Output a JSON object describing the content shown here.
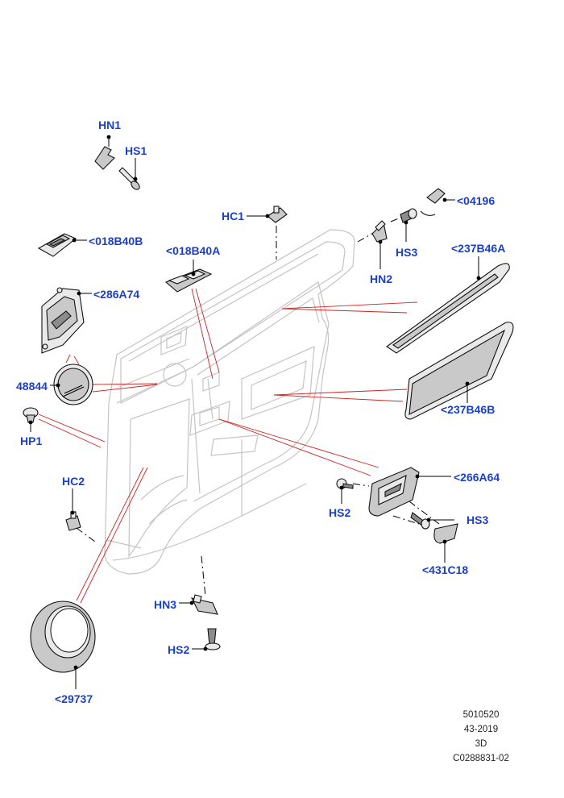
{
  "callouts": {
    "hn1": "HN1",
    "hs1": "HS1",
    "p018b40b": "<018B40B",
    "p018b40a": "<018B40A",
    "p286a74": "<286A74",
    "p48844": "48844",
    "hp1": "HP1",
    "hc2": "HC2",
    "hc1": "HC1",
    "p04196": "<04196",
    "hs3_top": "HS3",
    "hn2": "HN2",
    "p237b46a": "<237B46A",
    "p237b46b": "<237B46B",
    "p266a64": "<266A64",
    "hs2_right": "HS2",
    "hs3_right": "HS3",
    "p431c18": "<431C18",
    "hn3": "HN3",
    "hs2_bottom": "HS2",
    "p29737": "<29737"
  },
  "info": {
    "line1": "5010520",
    "line2": "43-2019",
    "line3": "3D",
    "line4": "C0288831-02"
  },
  "colors": {
    "callout": "#1a3fd0",
    "reference_line": "#d42020",
    "door_outline": "#c4c4c4"
  }
}
